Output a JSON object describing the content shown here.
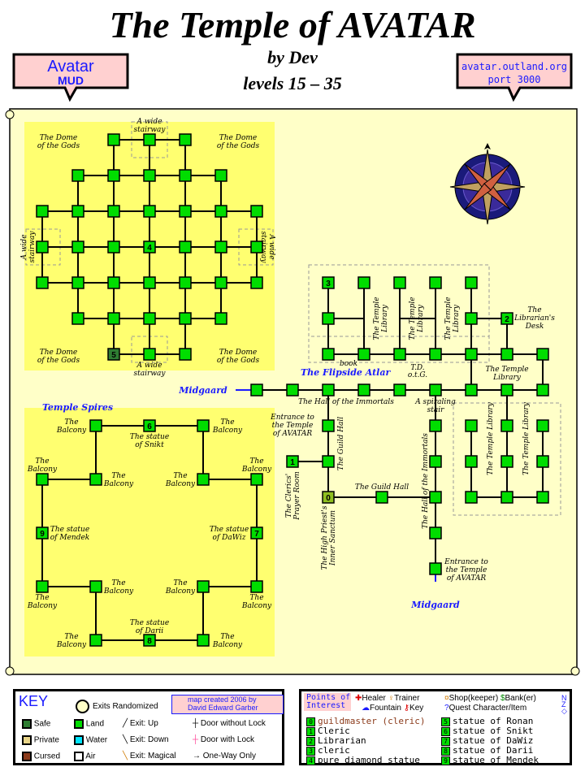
{
  "header": {
    "title": "The Temple of AVATAR",
    "author": "by Dev",
    "levels": "levels 15 – 35",
    "left_banner": {
      "line1": "Avatar",
      "line2": "MUD"
    },
    "right_banner": {
      "line1": "avatar.outland.org",
      "line2": "port 3000"
    }
  },
  "map": {
    "labels": {
      "dome_tl": [
        "The Dome",
        "of the Gods"
      ],
      "dome_tr": [
        "The Dome",
        "of the Gods"
      ],
      "dome_bl": [
        "The Dome",
        "of the Gods"
      ],
      "dome_br": [
        "The Dome",
        "of the Gods"
      ],
      "stair_top": [
        "A wide",
        "stairway"
      ],
      "stair_bottom": [
        "A wide",
        "stairway"
      ],
      "stair_left": [
        "A wide",
        "stairway"
      ],
      "stair_right": [
        "A wide",
        "stairway"
      ],
      "temple_library": [
        "The Temple",
        "Library"
      ],
      "librarian_desk": [
        "The",
        "Librarian's",
        "Desk"
      ],
      "book": "book",
      "flipside_atlar": "The Flipside Atlar",
      "tdotg": [
        "T.D.",
        "o.t.G."
      ],
      "midgaard_top": "Midgaard",
      "midgaard_bottom": "Midgaard",
      "hall_immortals": "The Hall of the Immortals",
      "hall_immortals_v": "The Hall of the Immortals",
      "spiraling_stair": [
        "A spiraling",
        "stair"
      ],
      "entrance_top": [
        "Entrance to",
        "the Temple",
        "of AVATAR"
      ],
      "entrance_bottom": [
        "Entrance to",
        "the Temple",
        "of AVATAR"
      ],
      "guild_hall": "The Guild Hall",
      "guild_hall_h": "The Guild Hall",
      "clerics_prayer": [
        "The Clerics'",
        "Prayer Room"
      ],
      "high_priest": [
        "The High Priest's",
        "Inner Sanctum"
      ],
      "temple_library_v": "The Temple Library",
      "temple_spires": "Temple Spires",
      "balcony": [
        "The",
        "Balcony"
      ],
      "statue_snikt": [
        "The statue",
        "of Snikt"
      ],
      "statue_mendek": [
        "The statue",
        "of Mendek"
      ],
      "statue_dawiz": [
        "The statue",
        "of DaWiz"
      ],
      "statue_darii": [
        "The statue",
        "of Darii"
      ]
    },
    "numbers": {
      "n1": "1",
      "n2": "2",
      "n3": "3",
      "n4": "4",
      "n5": "5",
      "n6": "6",
      "n7": "7",
      "n8": "8",
      "n9": "9",
      "n0": "0"
    }
  },
  "key": {
    "title": "KEY",
    "exits_randomized": "Exits Randomized",
    "credit": [
      "map created 2006 by",
      "David Edward Garber"
    ],
    "items": [
      {
        "label": "Safe"
      },
      {
        "label": "Land"
      },
      {
        "label": "Exit: Up"
      },
      {
        "label": "Door without Lock"
      },
      {
        "label": "Private"
      },
      {
        "label": "Water"
      },
      {
        "label": "Exit: Down"
      },
      {
        "label": "Door with Lock"
      },
      {
        "label": "Cursed"
      },
      {
        "label": "Air"
      },
      {
        "label": "Exit: Magical"
      },
      {
        "label": "One-Way Only"
      }
    ],
    "colors": {
      "safe": "#2e7d32",
      "private": "#e8d488",
      "cursed": "#8b3a1a",
      "land": "#00dd00",
      "water": "#00e5ff",
      "air": "#ffffff"
    }
  },
  "poi": {
    "title": [
      "Points of",
      "Interest"
    ],
    "legend": [
      "Healer",
      "Trainer",
      "Key",
      "Shop(keeper)",
      "Bank(er)",
      "Fountain",
      "Quest Character/Item"
    ],
    "entries": [
      {
        "n": "0",
        "text": "guildmaster (cleric)"
      },
      {
        "n": "1",
        "text": "Cleric"
      },
      {
        "n": "2",
        "text": "Librarian"
      },
      {
        "n": "3",
        "text": "cleric"
      },
      {
        "n": "4",
        "text": "pure diamond statue"
      },
      {
        "n": "5",
        "text": "statue of Ronan"
      },
      {
        "n": "6",
        "text": "statue of Snikt"
      },
      {
        "n": "7",
        "text": "statue of DaWiz"
      },
      {
        "n": "8",
        "text": "statue of Darii"
      },
      {
        "n": "9",
        "text": "statue of Mendek"
      }
    ],
    "compass_mark": [
      "N",
      "Z"
    ]
  }
}
